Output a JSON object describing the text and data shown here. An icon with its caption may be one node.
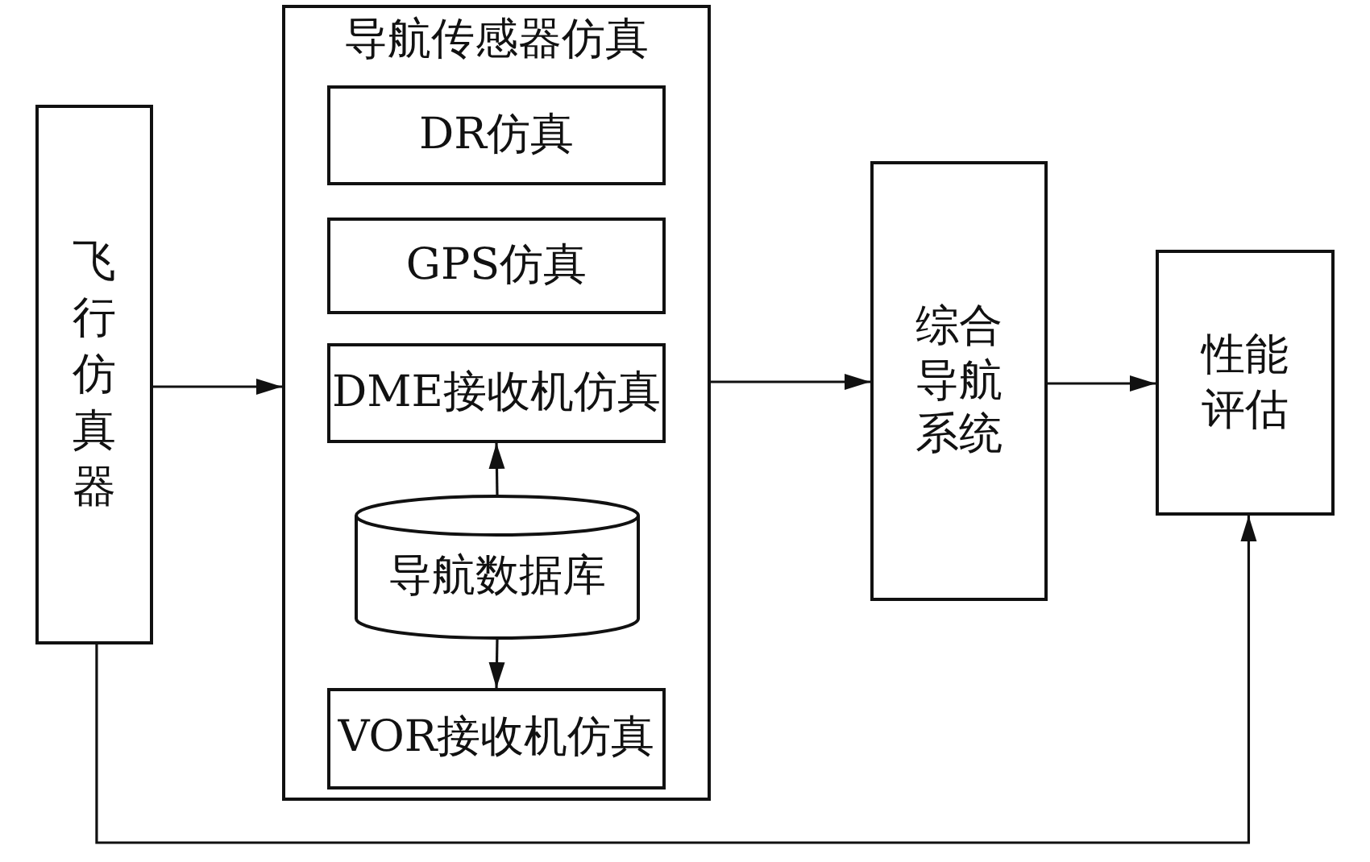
{
  "diagram": {
    "nodes": [
      {
        "text": [
          "飞行仿真器"
        ]
      },
      {
        "text": [
          "导航传感器仿真"
        ]
      },
      {
        "text": [
          "DR仿真"
        ],
        "in": 1
      },
      {
        "text": [
          "GPS仿真"
        ],
        "in": 1
      },
      {
        "text": [
          "DME接收机仿真"
        ],
        "in": 1
      },
      {
        "text": [
          "导航数据库"
        ],
        "in": 1
      },
      {
        "text": [
          "VOR接收机仿真"
        ],
        "in": 1
      },
      {
        "text": [
          "综合导航系统"
        ]
      },
      {
        "text": [
          "性能评估"
        ]
      }
    ],
    "edges": [
      {
        "from": 0,
        "to": 1,
        "arrow": "to"
      },
      {
        "from": 5,
        "to": 4,
        "arrow": "to"
      },
      {
        "from": 5,
        "to": 6,
        "arrow": "to"
      },
      {
        "from": 1,
        "to": 7,
        "arrow": "to"
      },
      {
        "from": 7,
        "to": 8,
        "arrow": "to"
      },
      {
        "from": 0,
        "to": 8,
        "arrow": "to"
      }
    ]
  }
}
